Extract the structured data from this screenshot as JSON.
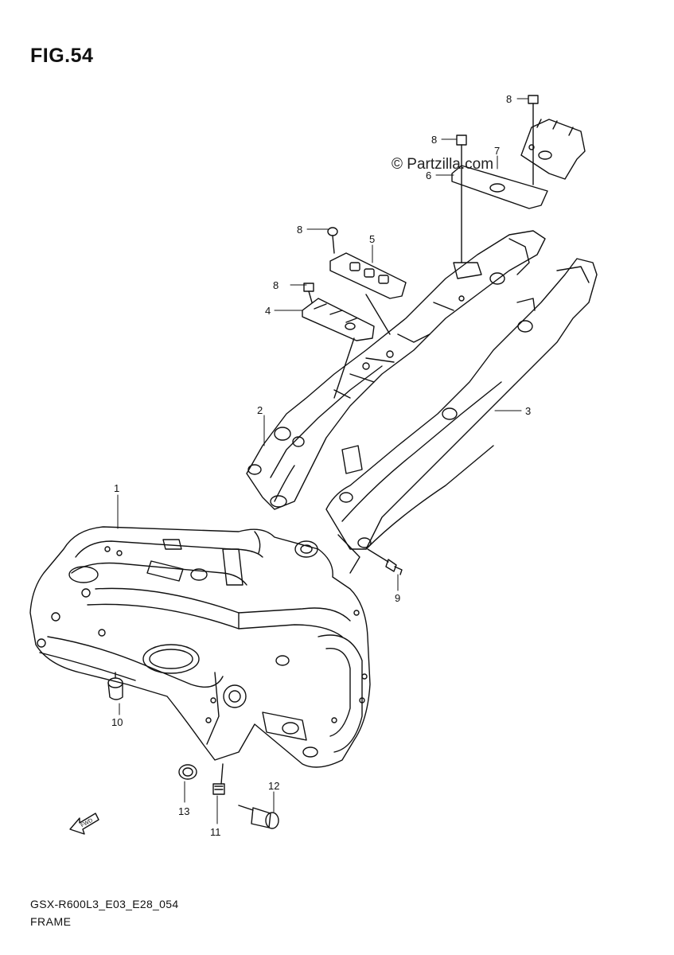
{
  "figure": {
    "title": "FIG.54",
    "code": "GSX-R600L3_E03_E28_054",
    "name": "FRAME",
    "watermark": "© Partzilla.com"
  },
  "callouts": [
    {
      "id": "c1",
      "label": "1"
    },
    {
      "id": "c2",
      "label": "2"
    },
    {
      "id": "c3",
      "label": "3"
    },
    {
      "id": "c4",
      "label": "4"
    },
    {
      "id": "c5",
      "label": "5"
    },
    {
      "id": "c6",
      "label": "6"
    },
    {
      "id": "c7",
      "label": "7"
    },
    {
      "id": "c8a",
      "label": "8"
    },
    {
      "id": "c8b",
      "label": "8"
    },
    {
      "id": "c8c",
      "label": "8"
    },
    {
      "id": "c8d",
      "label": "8"
    },
    {
      "id": "c9",
      "label": "9"
    },
    {
      "id": "c10",
      "label": "10"
    },
    {
      "id": "c11",
      "label": "11"
    },
    {
      "id": "c12",
      "label": "12"
    },
    {
      "id": "c13",
      "label": "13"
    }
  ],
  "icons": {
    "front_arrow": "front-direction-arrow-icon",
    "front_arrow_text": "FWD"
  }
}
